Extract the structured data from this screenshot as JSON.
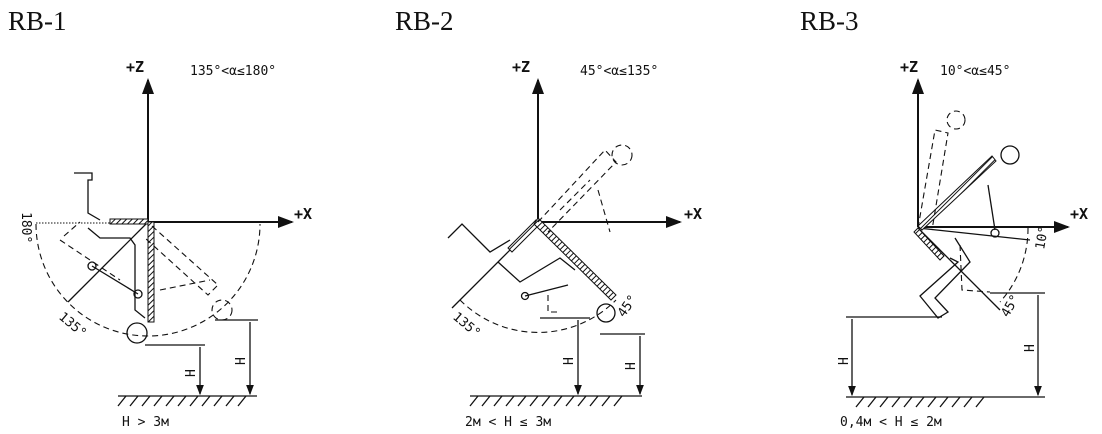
{
  "panels": [
    {
      "title": "RB-1",
      "z_label": "+Z",
      "x_label": "+X",
      "range": "135°<α≤180°",
      "angles": [
        "180°",
        "135°"
      ],
      "h_label": "H",
      "condition": "H > 3м"
    },
    {
      "title": "RB-2",
      "z_label": "+Z",
      "x_label": "+X",
      "range": "45°<α≤135°",
      "angles": [
        "135°",
        "45°"
      ],
      "h_label": "H",
      "condition": "2м < H ≤ 3м"
    },
    {
      "title": "RB-3",
      "z_label": "+Z",
      "x_label": "+X",
      "range": "10°<α≤45°",
      "angles": [
        "10°",
        "45°"
      ],
      "h_label": "H",
      "condition": "0,4м < H ≤ 2м"
    }
  ]
}
